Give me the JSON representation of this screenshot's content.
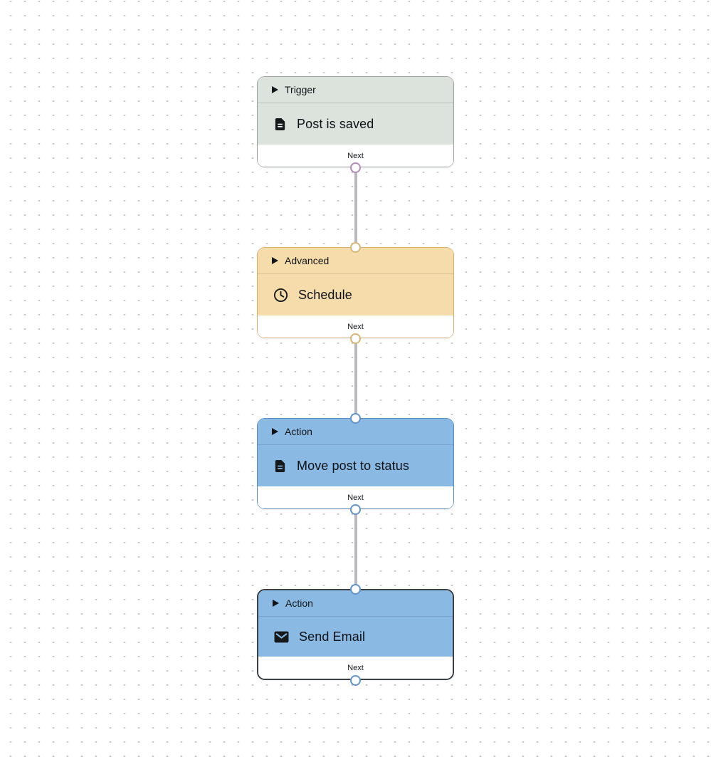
{
  "canvas": {
    "background_color": "#ffffff",
    "dot_color": "#c8c8c8",
    "edge_color": "#b9b9bd"
  },
  "nodes": [
    {
      "id": "trigger",
      "type_label": "Trigger",
      "title": "Post is saved",
      "icon": "document-icon",
      "footer_label": "Next",
      "header_color": "#dce3dd",
      "border_color": "#9ca29d",
      "port_color": "#b48abc",
      "has_input_port": false,
      "has_output_port": true,
      "selected": false
    },
    {
      "id": "advanced",
      "type_label": "Advanced",
      "title": "Schedule",
      "icon": "clock-icon",
      "footer_label": "Next",
      "header_color": "#f6dcab",
      "border_color": "#d4af72",
      "port_color": "#d9b577",
      "has_input_port": true,
      "has_output_port": true,
      "selected": false
    },
    {
      "id": "action-move-post",
      "type_label": "Action",
      "title": "Move post to status",
      "icon": "document-icon",
      "footer_label": "Next",
      "header_color": "#8abae4",
      "border_color": "#5a8cc0",
      "port_color": "#5f93c9",
      "has_input_port": true,
      "has_output_port": true,
      "selected": false
    },
    {
      "id": "action-send-email",
      "type_label": "Action",
      "title": "Send Email",
      "icon": "envelope-icon",
      "footer_label": "Next",
      "header_color": "#8abae4",
      "border_color": "#3b4046",
      "port_color": "#5f93c9",
      "has_input_port": true,
      "has_output_port": true,
      "selected": true
    }
  ],
  "edges": [
    {
      "from": "trigger",
      "to": "advanced"
    },
    {
      "from": "advanced",
      "to": "action-move-post"
    },
    {
      "from": "action-move-post",
      "to": "action-send-email"
    }
  ]
}
